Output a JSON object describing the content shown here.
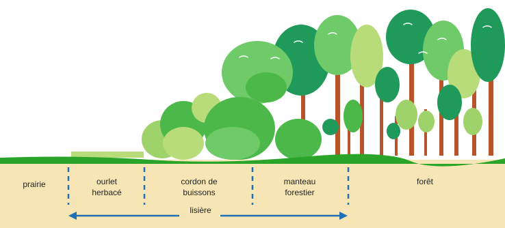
{
  "zones": {
    "prairie": "prairie",
    "ourlet": "ourlet\nherbacé",
    "cordon": "cordon de\nbuissons",
    "manteau": "manteau\nforestier",
    "foret": "forêt"
  },
  "lisiere": "lisière",
  "colors": {
    "soil": "#f7e6b5",
    "grass": "#2aa52a",
    "divider": "#1f6fb5",
    "arrow": "#1f6fb5",
    "trunk": "#b8542c",
    "leaf_light": "#9ed26b",
    "leaf_mid": "#4cb84a",
    "leaf_dark": "#1f9a5a"
  }
}
